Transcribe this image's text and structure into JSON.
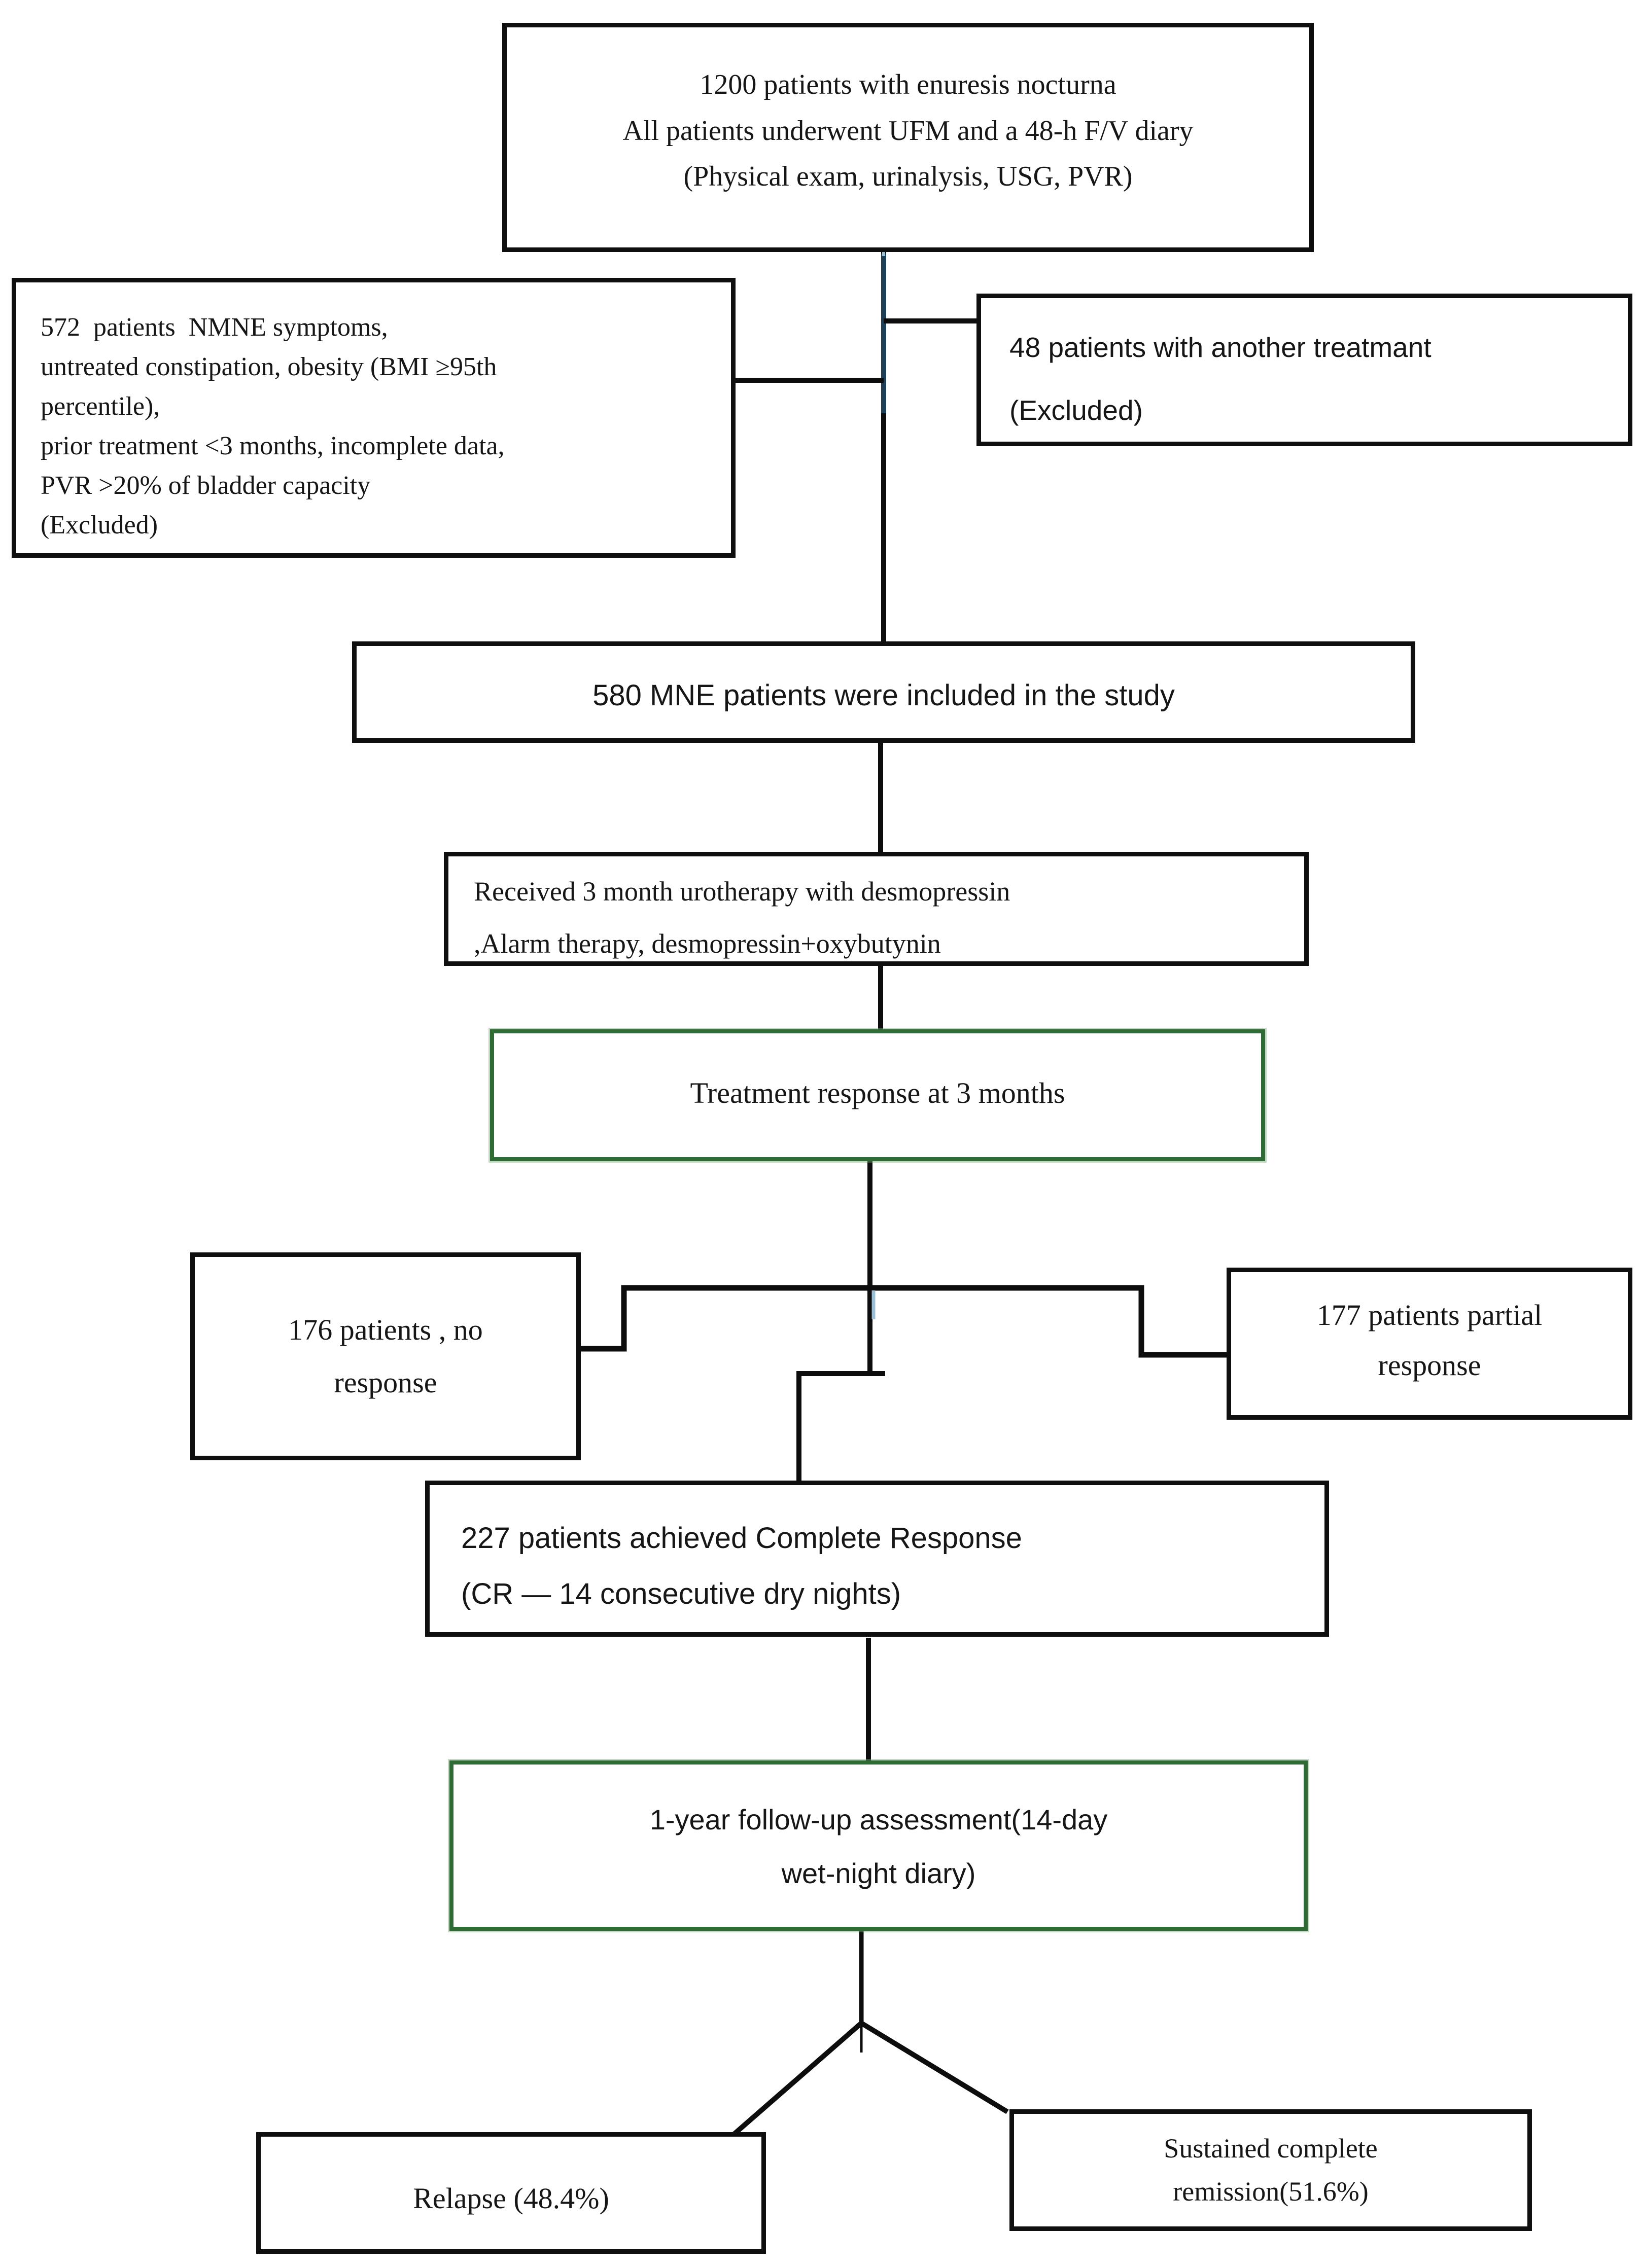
{
  "diagram": {
    "type": "flowchart",
    "title": "Patient flow diagram — enuresis nocturna study"
  },
  "colors": {
    "line": "#0d0d0d",
    "box_border": "#0f0f0f",
    "green_border": "#2f6b35",
    "blue_artifact_dark": "#1f3f56",
    "blue_artifact_light": "#9cc0d6",
    "text": "#161616",
    "background": "#ffffff"
  },
  "boxes": [
    {
      "id": "initial-cohort",
      "text": "1200 patients with enuresis nocturna\nAll patients underwent UFM and a 48-h F/V diary\n(Physical exam, urinalysis, USG, PVR)"
    },
    {
      "id": "excluded-nmne",
      "text": "572  patients  NMNE symptoms,\nuntreated constipation, obesity (BMI ≥95th\npercentile),\nprior treatment <3 months, incomplete data,\nPVR >20% of bladder capacity\n(Excluded)"
    },
    {
      "id": "excluded-other-treatment",
      "text": "48 patients with another treatmant\n(Excluded)"
    },
    {
      "id": "included",
      "text": "580 MNE patients were included in the study"
    },
    {
      "id": "therapy-received",
      "text": "Received 3 month urotherapy with desmopressin\n,Alarm therapy, desmopressin+oxybutynin"
    },
    {
      "id": "treatment-response-3-months",
      "text": "Treatment response at 3 months"
    },
    {
      "id": "no-response",
      "text": "176 patients , no\nresponse"
    },
    {
      "id": "partial-response",
      "text": "177 patients partial\nresponse"
    },
    {
      "id": "complete-response",
      "text": "227 patients achieved Complete Response\n(CR — 14 consecutive dry nights)"
    },
    {
      "id": "one-year-followup",
      "text": "1-year follow-up assessment(14-day\nwet-night diary)"
    },
    {
      "id": "relapse",
      "text": "Relapse (48.4%)"
    },
    {
      "id": "sustained-remission",
      "text": "Sustained complete\nremission(51.6%)"
    }
  ]
}
